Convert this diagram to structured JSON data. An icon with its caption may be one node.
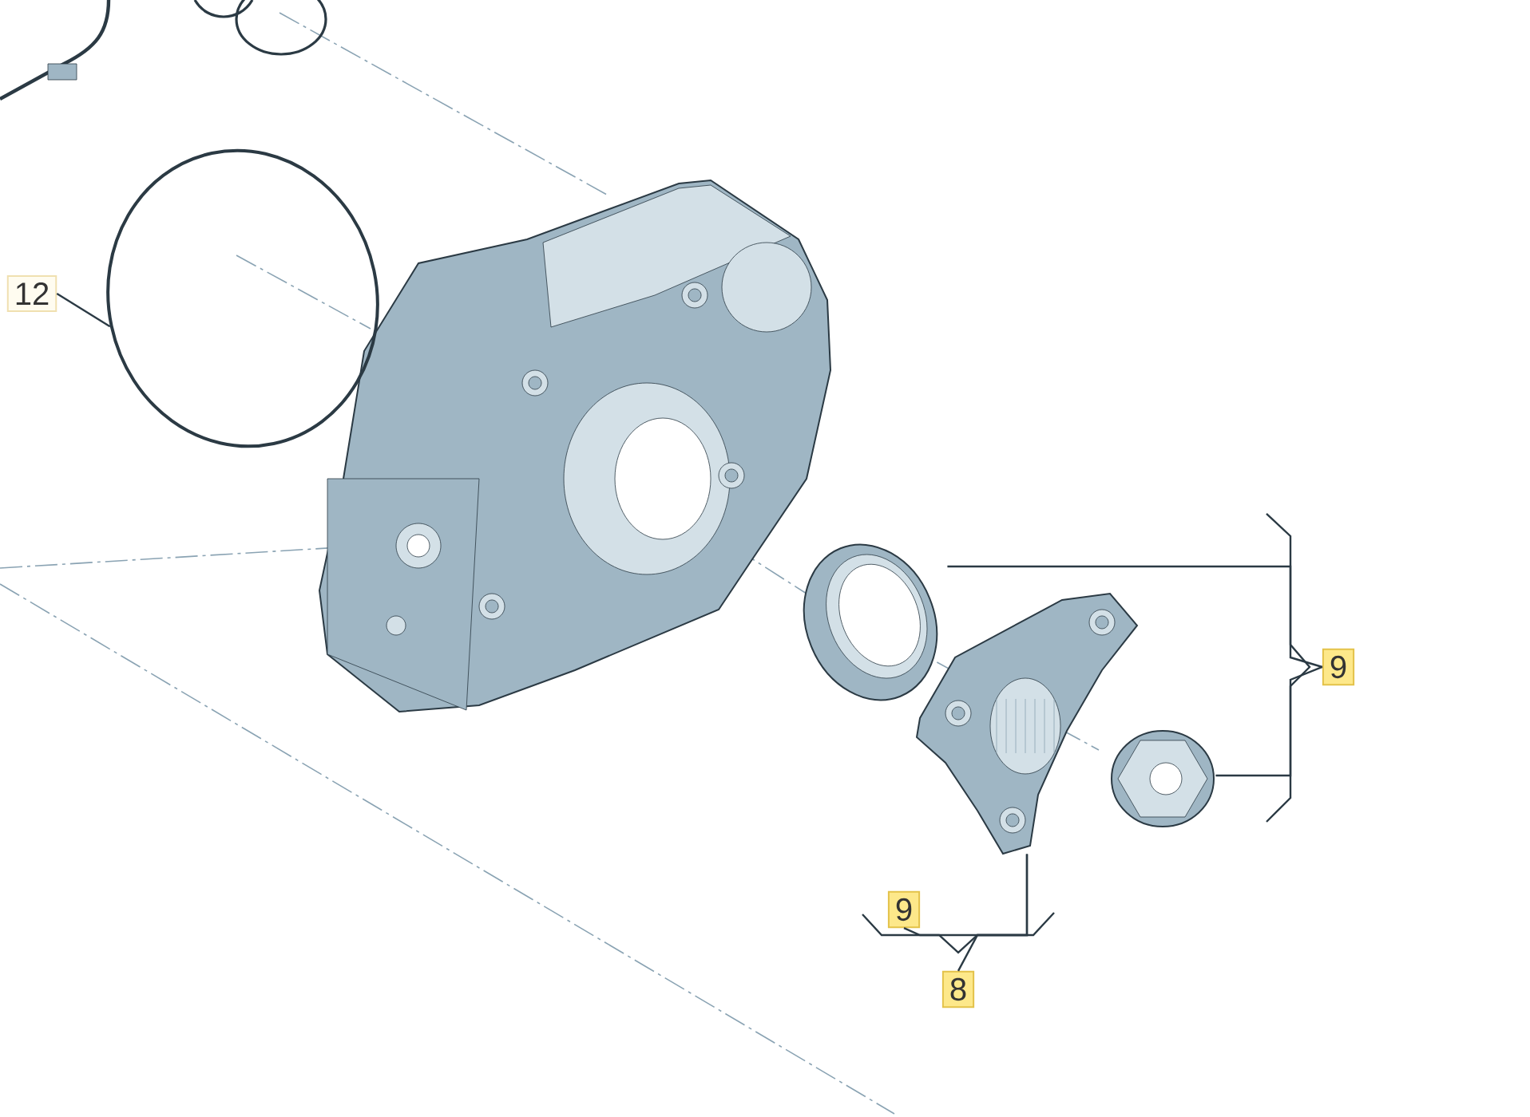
{
  "diagram": {
    "nodes": [
      {
        "text": [
          "12"
        ]
      },
      {
        "text": [],
        "shape": "circle"
      },
      {
        "text": [
          "9"
        ]
      },
      {
        "text": [],
        "shape": "picture"
      },
      {
        "text": [],
        "shape": "picture"
      },
      {
        "text": [],
        "shape": "picture"
      },
      {
        "text": [
          "9"
        ]
      },
      {
        "text": [
          "8"
        ]
      }
    ],
    "edges": [
      {
        "from": 0,
        "to": 1,
        "arrow": "none"
      },
      {
        "from": 2,
        "to": 3,
        "arrow": "none"
      },
      {
        "from": 2,
        "to": 5,
        "arrow": "none"
      },
      {
        "from": 6,
        "to": 4,
        "arrow": "none"
      },
      {
        "from": 7,
        "to": 4,
        "arrow": "none"
      }
    ]
  }
}
